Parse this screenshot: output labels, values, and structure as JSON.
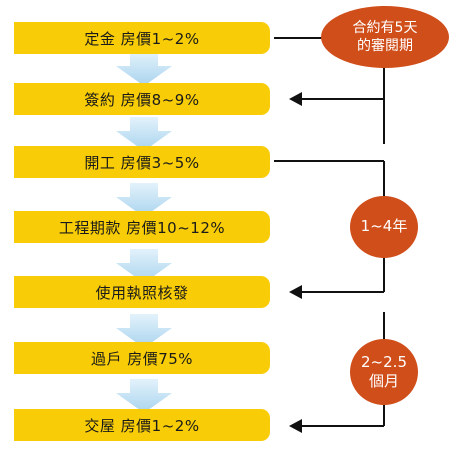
{
  "steps": [
    {
      "label": "定金 房價1~2%"
    },
    {
      "label": "簽約 房價8~9%"
    },
    {
      "label": "開工 房價3~5%"
    },
    {
      "label": "工程期款 房價10~12%"
    },
    {
      "label": "使用執照核發"
    },
    {
      "label": "過戶 房價75%"
    },
    {
      "label": "交屋 房價1~2%"
    }
  ],
  "notes": {
    "review_line1": "合約有5天",
    "review_line2": "的審閱期",
    "construction": "1~4年",
    "transfer_line1": "2~2.5",
    "transfer_line2": "個月"
  },
  "colors": {
    "step_fill": "#f8cd07",
    "note_fill": "#d04e1a",
    "arrow_fill": "#bfe0f2",
    "line": "#111111"
  }
}
